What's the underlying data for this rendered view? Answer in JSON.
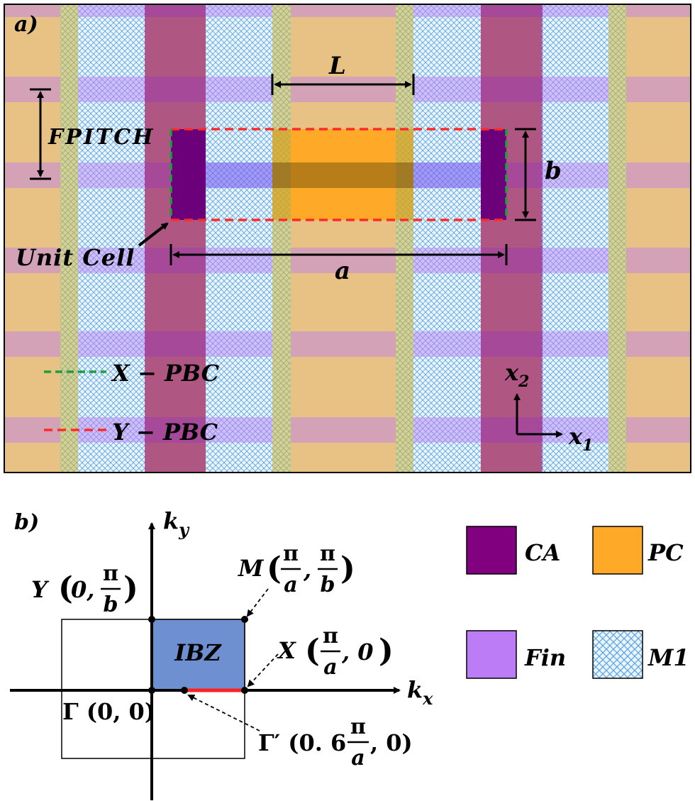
{
  "panel_a": {
    "tag": "a)",
    "dimension_L": "L",
    "dimension_b": "b",
    "dimension_a": "a",
    "dimension_fpitch": "FPITCH",
    "unit_cell_label": "Unit Cell",
    "x_pbc_label": "X − PBC",
    "y_pbc_label": "Y − PBC",
    "axis_x2": "x",
    "axis_x2_sub": "2",
    "axis_x1": "x",
    "axis_x1_sub": "1",
    "colors": {
      "background": "#E8C285",
      "ca": "#800080",
      "pc": "#FFA928",
      "fin": "#BC7CF5",
      "m1_hatch": "#5AA3E6",
      "x_pbc": "#1E9E3C",
      "y_pbc": "#FF2A2A"
    }
  },
  "panel_b": {
    "tag": "b)",
    "axis_kx": "k",
    "axis_kx_sub": "x",
    "axis_ky": "k",
    "axis_ky_sub": "y",
    "ibz_label": "IBZ",
    "point_Y": {
      "name": "Y",
      "coord_open": "(0,",
      "num": "π",
      "den": "b",
      "close": ")"
    },
    "point_M": {
      "name": "M",
      "open": "(",
      "num1": "π",
      "den1": "a",
      "sep": ",",
      "num2": "π",
      "den2": "b",
      "close": ")"
    },
    "point_X": {
      "name": "X",
      "open": "(",
      "num": "π",
      "den": "a",
      "rest": ", 0",
      "close": ")"
    },
    "point_Gamma": {
      "label": "Γ (0, 0)"
    },
    "point_Gamma_prime": {
      "name": "Γ′ (0. 6",
      "num": "π",
      "den": "a",
      "rest": ", 0)"
    },
    "colors": {
      "ibz": "#6E8FD0",
      "gamma_x_path": "#FF2020"
    }
  },
  "legend": {
    "items": [
      {
        "label": "CA",
        "color": "#800080"
      },
      {
        "label": "PC",
        "color": "#FFA928"
      },
      {
        "label": "Fin",
        "color": "#BC7CF5"
      },
      {
        "label": "M1",
        "color": "#5AA3E6"
      }
    ]
  }
}
